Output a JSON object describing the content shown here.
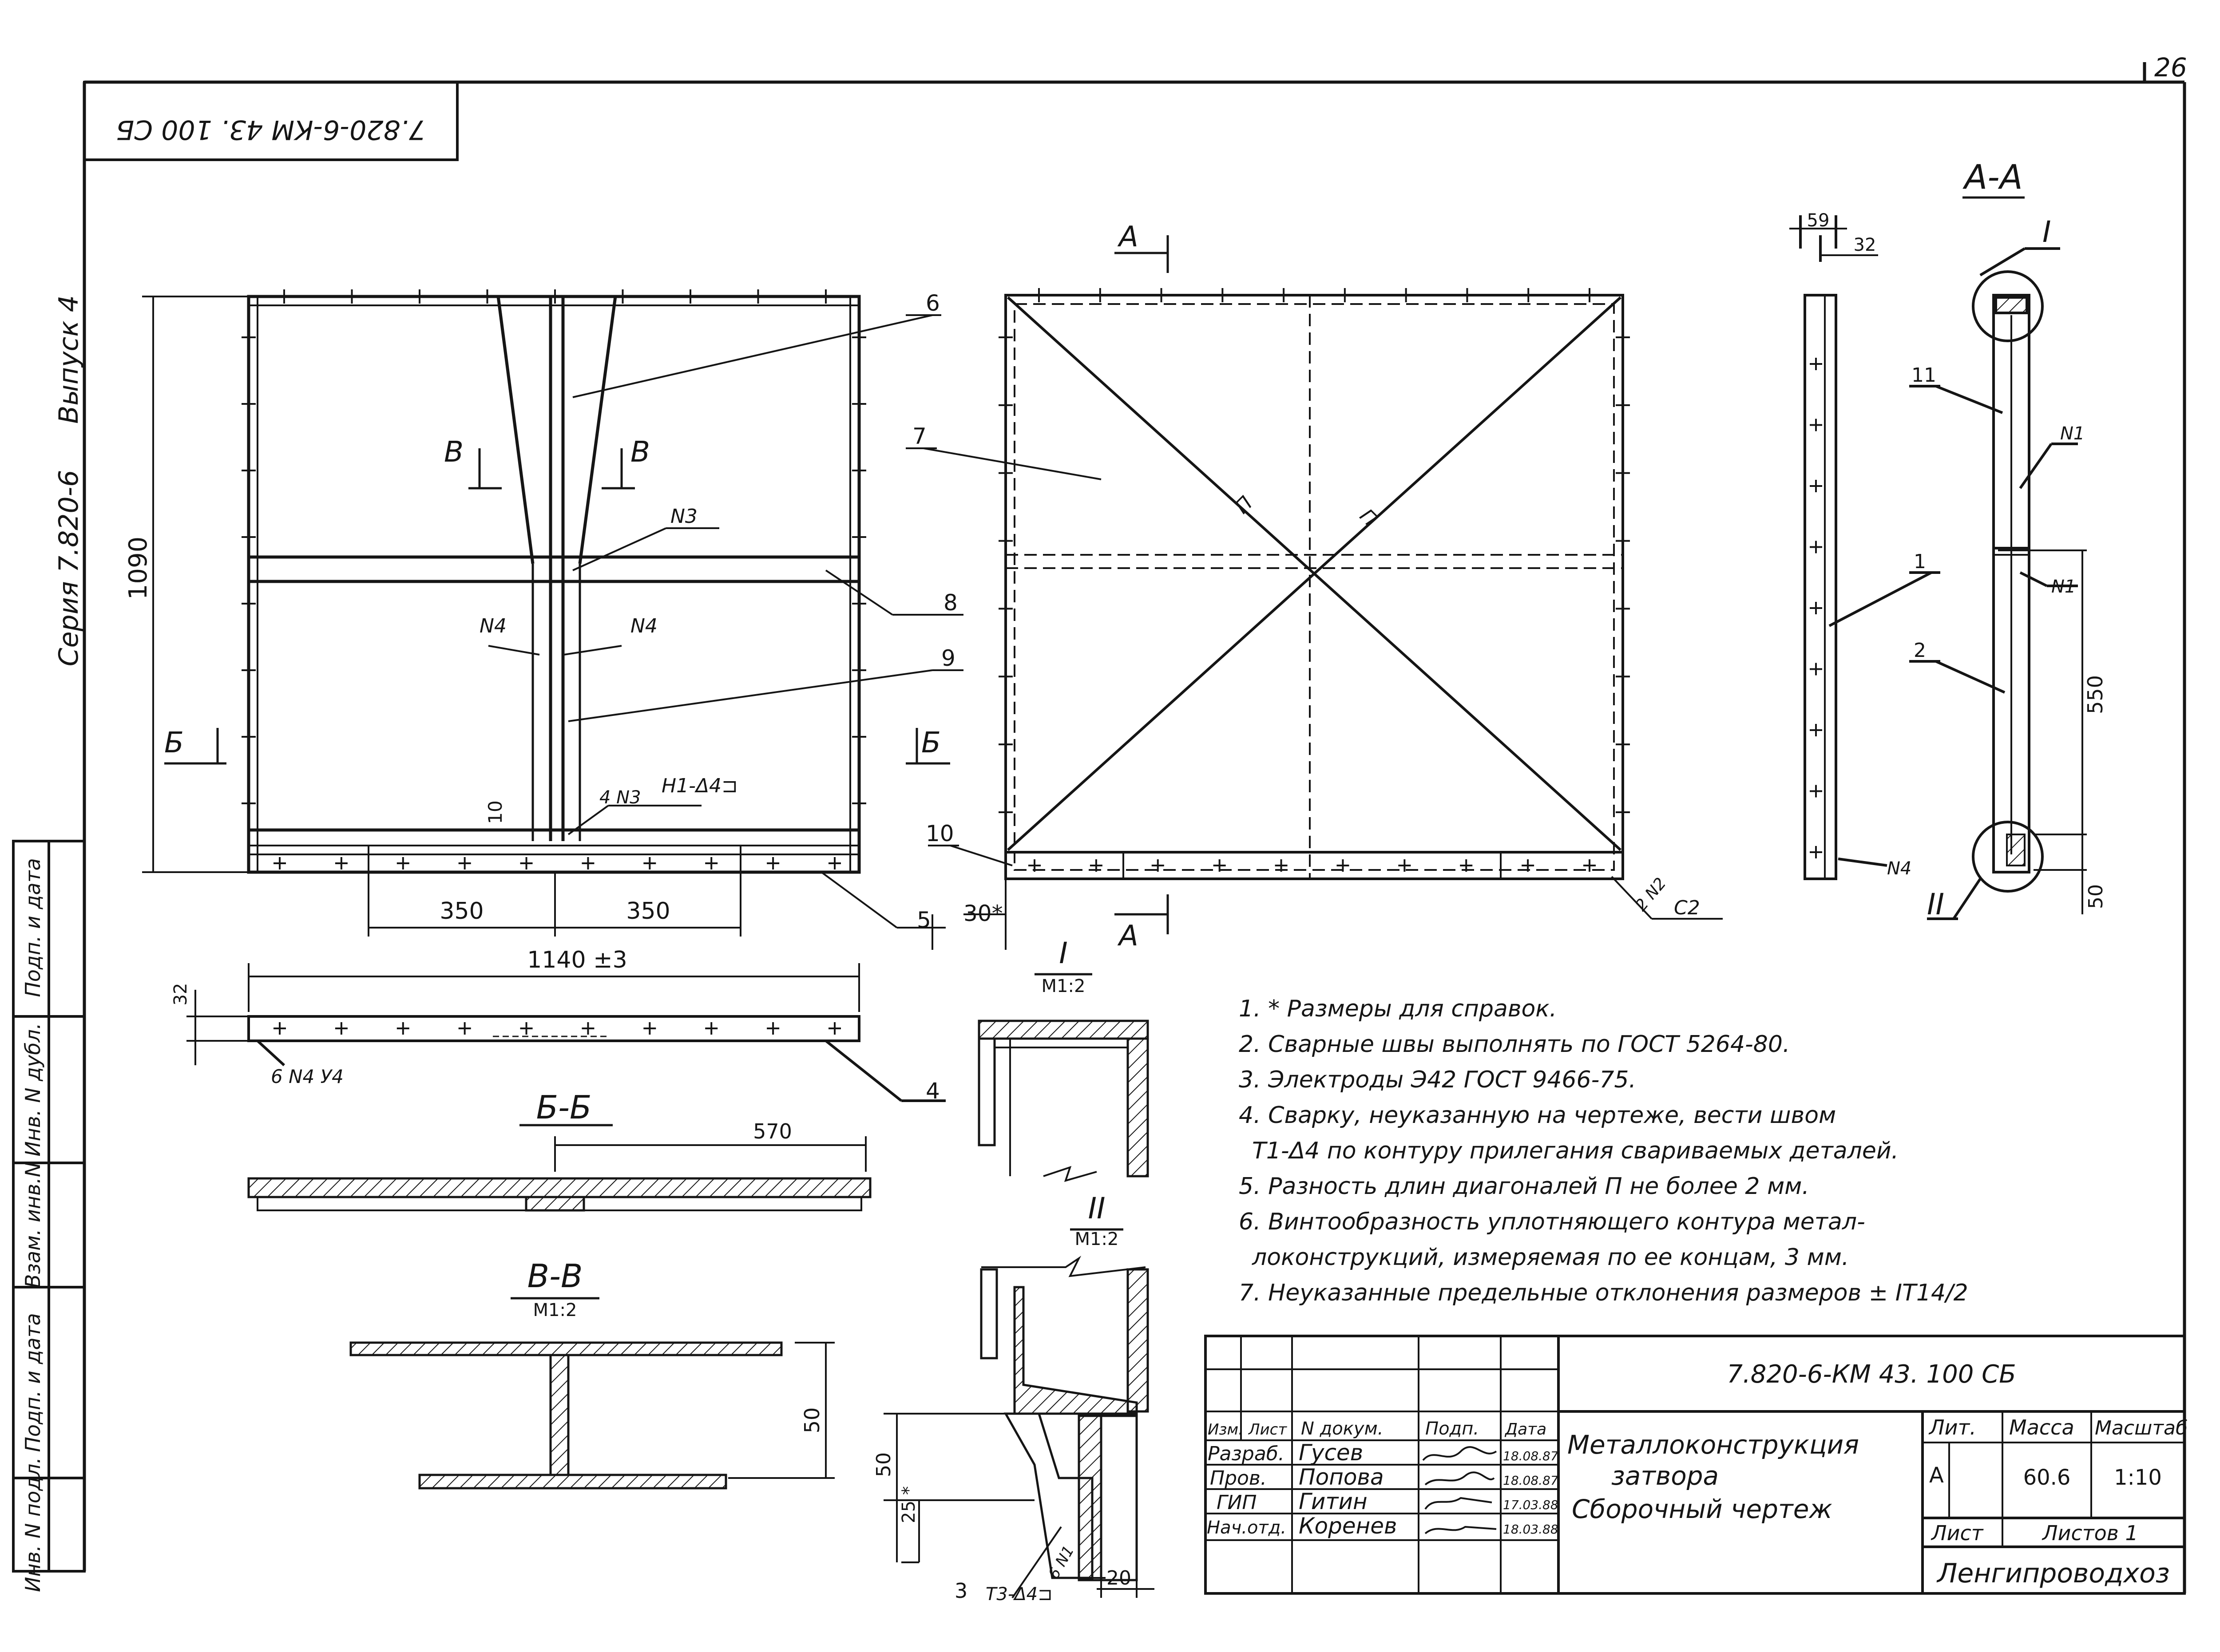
{
  "sheet_number": "26",
  "stamp_code_rotated": "7.820-6-КМ 43. 100 СБ",
  "side_labels": {
    "series": "Серия 7.820-6",
    "issue": "Выпуск 4"
  },
  "side_table_labels": [
    "Инв. N подл.",
    "Подп. и дата",
    "Взам. инв.N",
    "Инв. N дубл.",
    "Подп. и дата"
  ],
  "views": {
    "section_aa": "А-А",
    "section_bb": "Б-Б",
    "section_vv": "В-В",
    "section_vv_scale": "М1:2",
    "detail_1": "I",
    "detail_1_scale": "М1:2",
    "detail_2": "II",
    "detail_2_scale": "М1:2",
    "arrow_a": "А",
    "arrow_b": "Б",
    "arrow_v": "В"
  },
  "dimensions": {
    "height_1090": "1090",
    "dim_350_left": "350",
    "dim_350_right": "350",
    "dim_1140": "1140 ±3",
    "dim_32_strip": "32",
    "dim_10": "10",
    "dim_30": "30*",
    "dim_570": "570",
    "dim_50_vv": "50",
    "dim_59": "59",
    "dim_32_aa": "32",
    "dim_550": "550",
    "dim_50_aa": "50",
    "dim_50_d2": "50",
    "dim_25_d2": "25 *",
    "dim_20_d2": "20"
  },
  "weld_marks": {
    "n3_top": "N3",
    "n4_left": "N4",
    "n4_right": "N4",
    "n3_bottom": "4 N3",
    "h1": "Н1-Δ4⊐",
    "n4_strip": "6 N4  У4",
    "n2": "2 N2",
    "c2": "С2",
    "n1_top": "N1",
    "n1_mid": "N1",
    "n4_aa": "N4",
    "t3": "Т3-Δ4⊐",
    "n1_d2": "6 N1",
    "p_left": "П",
    "p_right": "П"
  },
  "callouts": [
    "1",
    "2",
    "3",
    "4",
    "5",
    "6",
    "7",
    "8",
    "9",
    "10",
    "11"
  ],
  "notes": [
    "1. * Размеры для справок.",
    "2. Сварные швы выполнять по ГОСТ 5264-80.",
    "3. Электроды Э42 ГОСТ 9466-75.",
    "4. Сварку, неуказанную на чертеже, вести швом",
    "Т1-Δ4 по контуру прилегания свариваемых деталей.",
    "5. Разность длин диагоналей П не более 2 мм.",
    "6. Винтообразность уплотняющего контура метал-",
    "локонструкций, измеряемая по ее концам, 3 мм.",
    "7. Неуказанные предельные отклонения размеров ± IT14/2"
  ],
  "title_block": {
    "doc_code": "7.820-6-КМ 43. 100 СБ",
    "header": {
      "izm": "Изм.",
      "list": "Лист",
      "doc": "N докум.",
      "sign": "Подп.",
      "date": "Дата"
    },
    "rows": [
      {
        "role": "Разраб.",
        "name": "Гусев",
        "date": "18.08.87"
      },
      {
        "role": "Пров.",
        "name": "Попова",
        "date": "18.08.87"
      },
      {
        "role": "ГИП",
        "name": "Гитин",
        "date": "17.03.88"
      },
      {
        "role": "Нач.отд.",
        "name": "Коренев",
        "date": "18.03.88"
      }
    ],
    "title_lines": [
      "Металлоконструкция",
      "затвора",
      "Сборочный чертеж"
    ],
    "lit_label": "Лит.",
    "mass_label": "Масса",
    "scale_label": "Масштаб",
    "lit_value": "А",
    "mass_value": "60.6",
    "scale_value": "1:10",
    "sheet_label": "Лист",
    "sheets_label": "Листов 1",
    "org": "Ленгипроводхоз"
  }
}
